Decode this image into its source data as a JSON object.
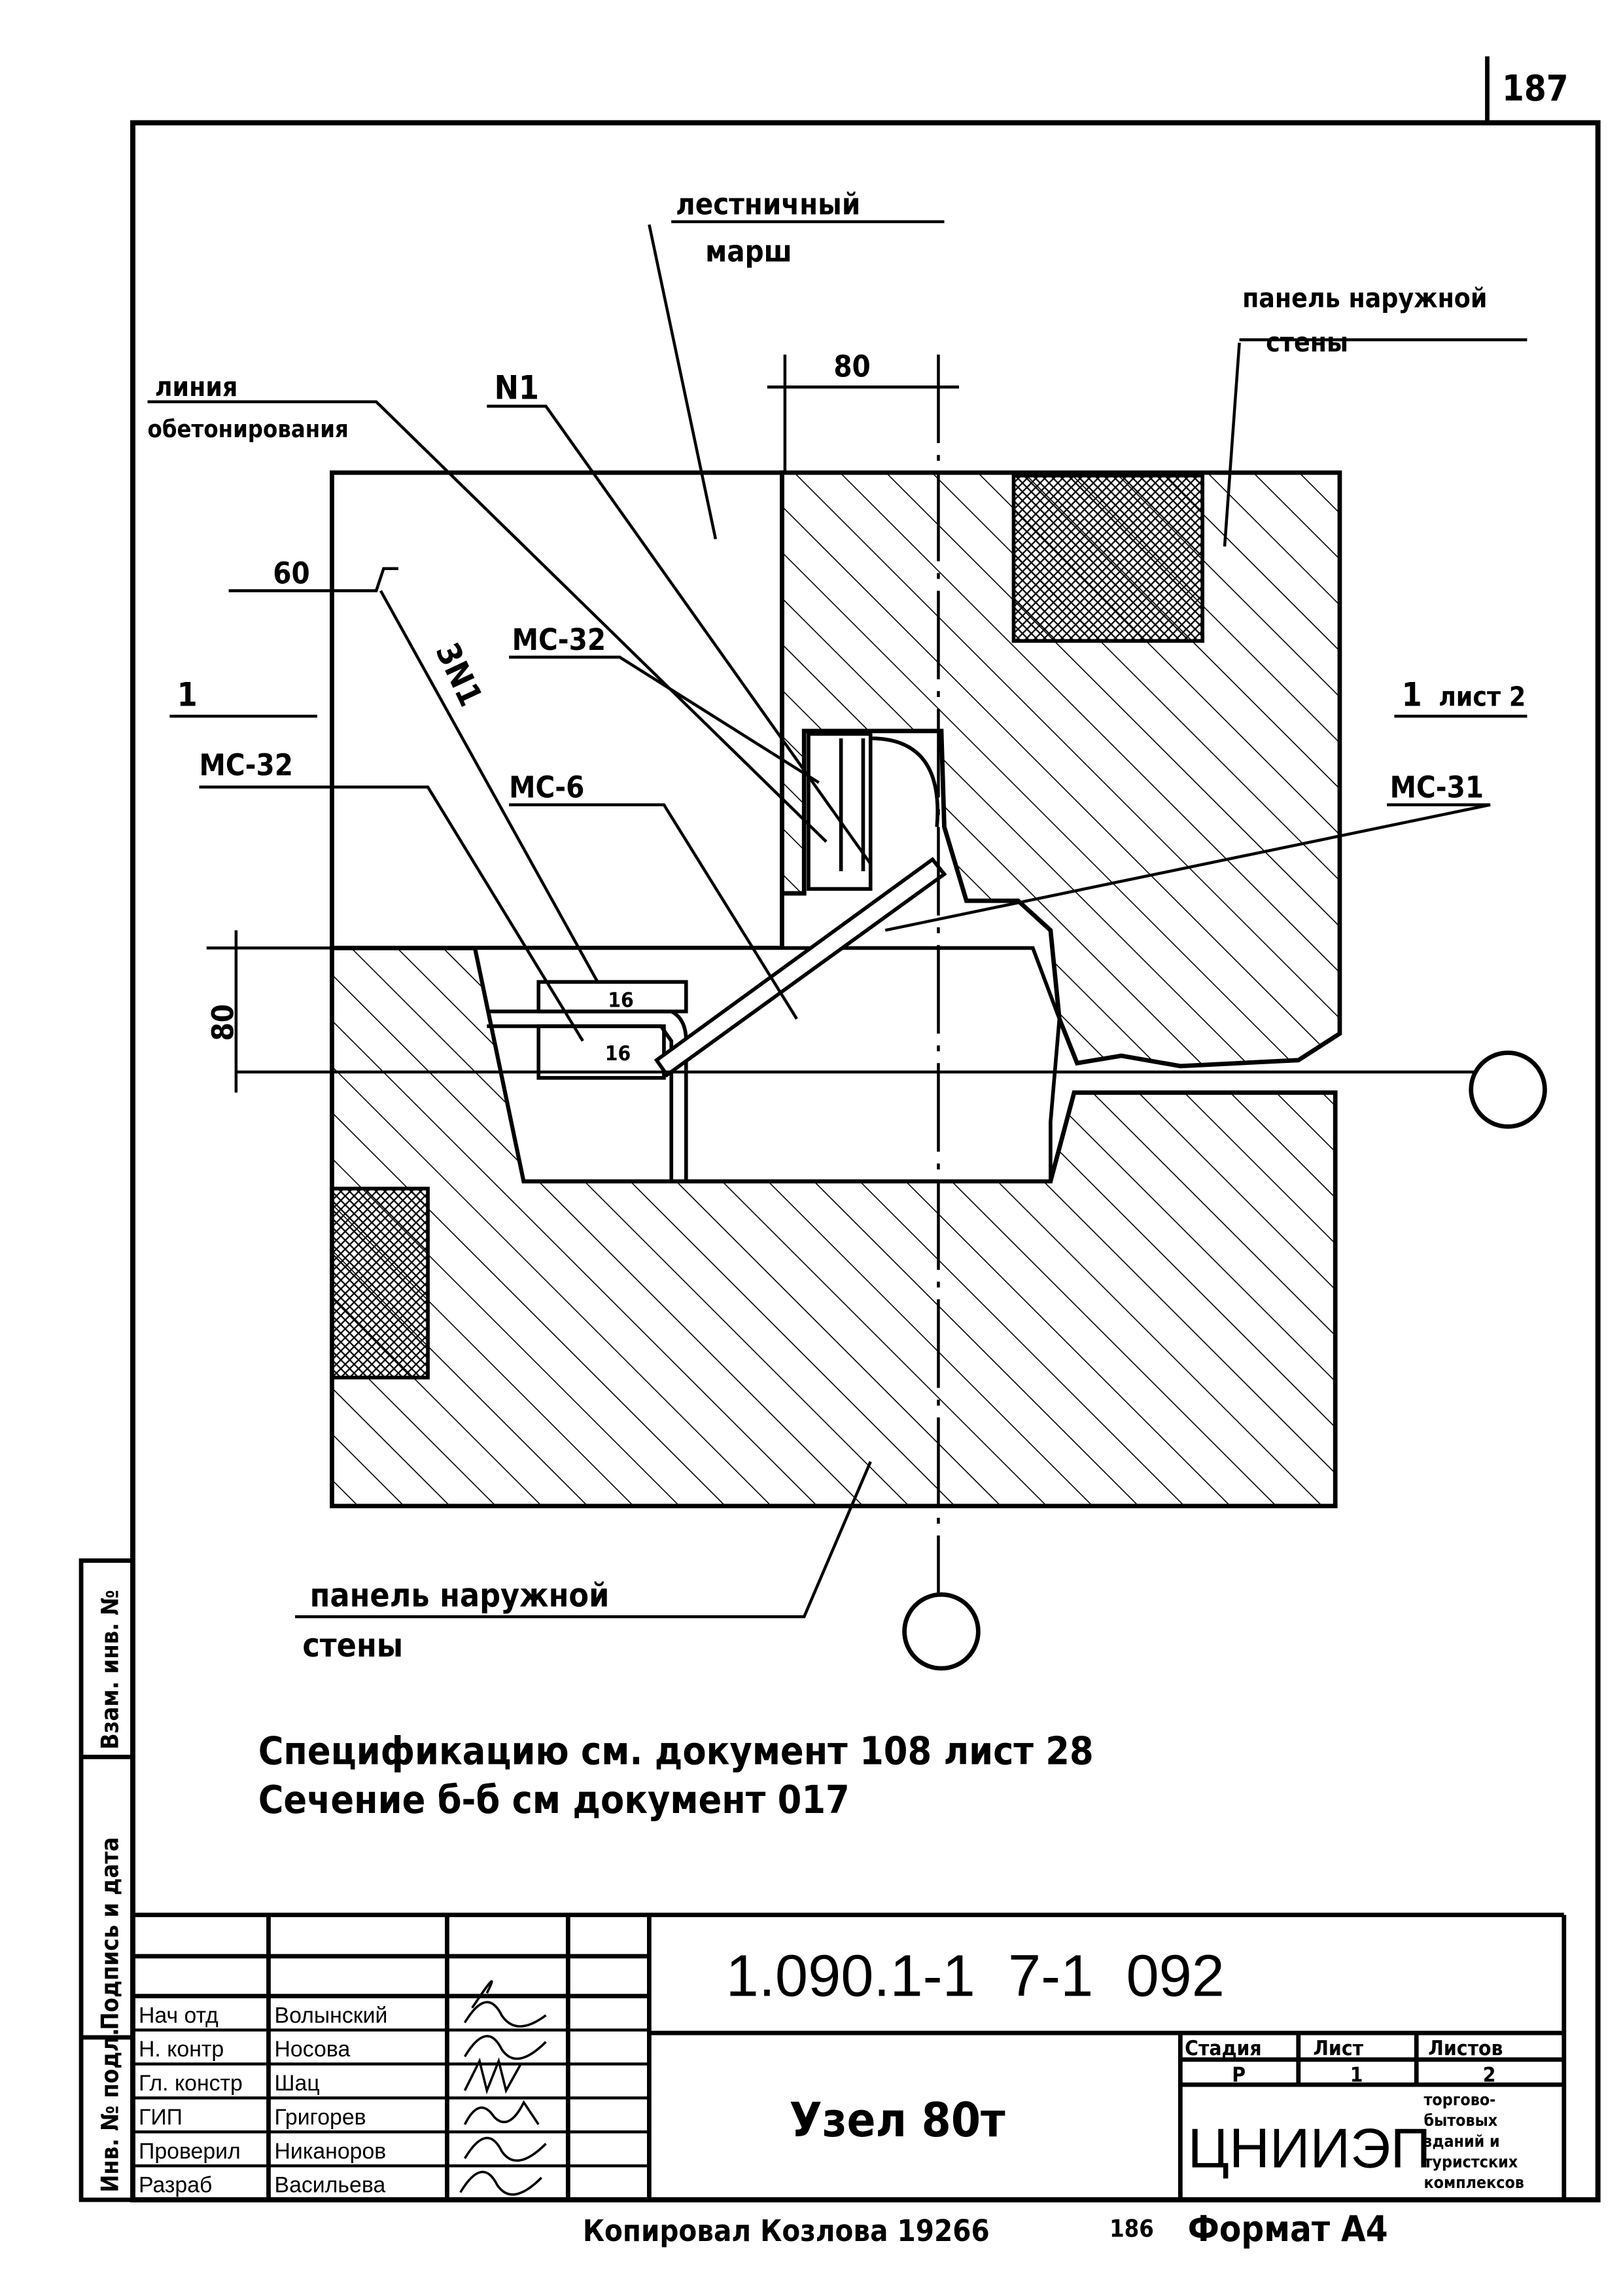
{
  "page_number": "187",
  "labels": {
    "stair_flight_1": "лестничный",
    "stair_flight_2": "марш",
    "outer_panel_top_1": "панель наружной",
    "outer_panel_top_2": "стены",
    "concreting_line_1": "линия",
    "concreting_line_2": "обетонирования",
    "n1": "N1",
    "dim_80_top": "80",
    "dim_60": "60",
    "three_n1": "3N1",
    "mc32_upper": "МС-32",
    "mc32_left": "МС-32",
    "mc6": "МС-6",
    "mc31": "МС-31",
    "section_left": "1",
    "section_right": "1",
    "sheet_ref": "лист 2",
    "dim_80_left": "80",
    "plate_1": "16",
    "plate_2": "16",
    "outer_panel_bottom_1": "панель наружной",
    "outer_panel_bottom_2": "стены"
  },
  "notes": [
    "Спецификацию см. документ 108 лист 28",
    "Сечение б-б см документ 017"
  ],
  "side_stamp": [
    "Инв. № подл.",
    "Подпись и дата",
    "Взам. инв. №"
  ],
  "title_block": {
    "code": "1.090.1-1  7-1  092",
    "title": "Узел 80т",
    "roles": [
      {
        "role": "Нач отд",
        "name": "Волынский"
      },
      {
        "role": "Н. контр",
        "name": "Носова"
      },
      {
        "role": "Гл. констр",
        "name": "Шац"
      },
      {
        "role": "ГИП",
        "name": "Григорев"
      },
      {
        "role": "Проверил",
        "name": "Никаноров"
      },
      {
        "role": "Разраб",
        "name": "Васильева"
      }
    ],
    "stage_label": "Стадия",
    "sheet_label": "Лист",
    "sheets_label": "Листов",
    "stage": "Р",
    "sheet": "1",
    "sheets": "2",
    "org": "ЦНИИЭП",
    "org_desc": [
      "торгово-",
      "бытовых",
      "зданий и",
      "туристских",
      "комплексов"
    ]
  },
  "footer": {
    "copied": "Копировал Козлова 19266",
    "num": "186",
    "format": "Формат А4"
  }
}
